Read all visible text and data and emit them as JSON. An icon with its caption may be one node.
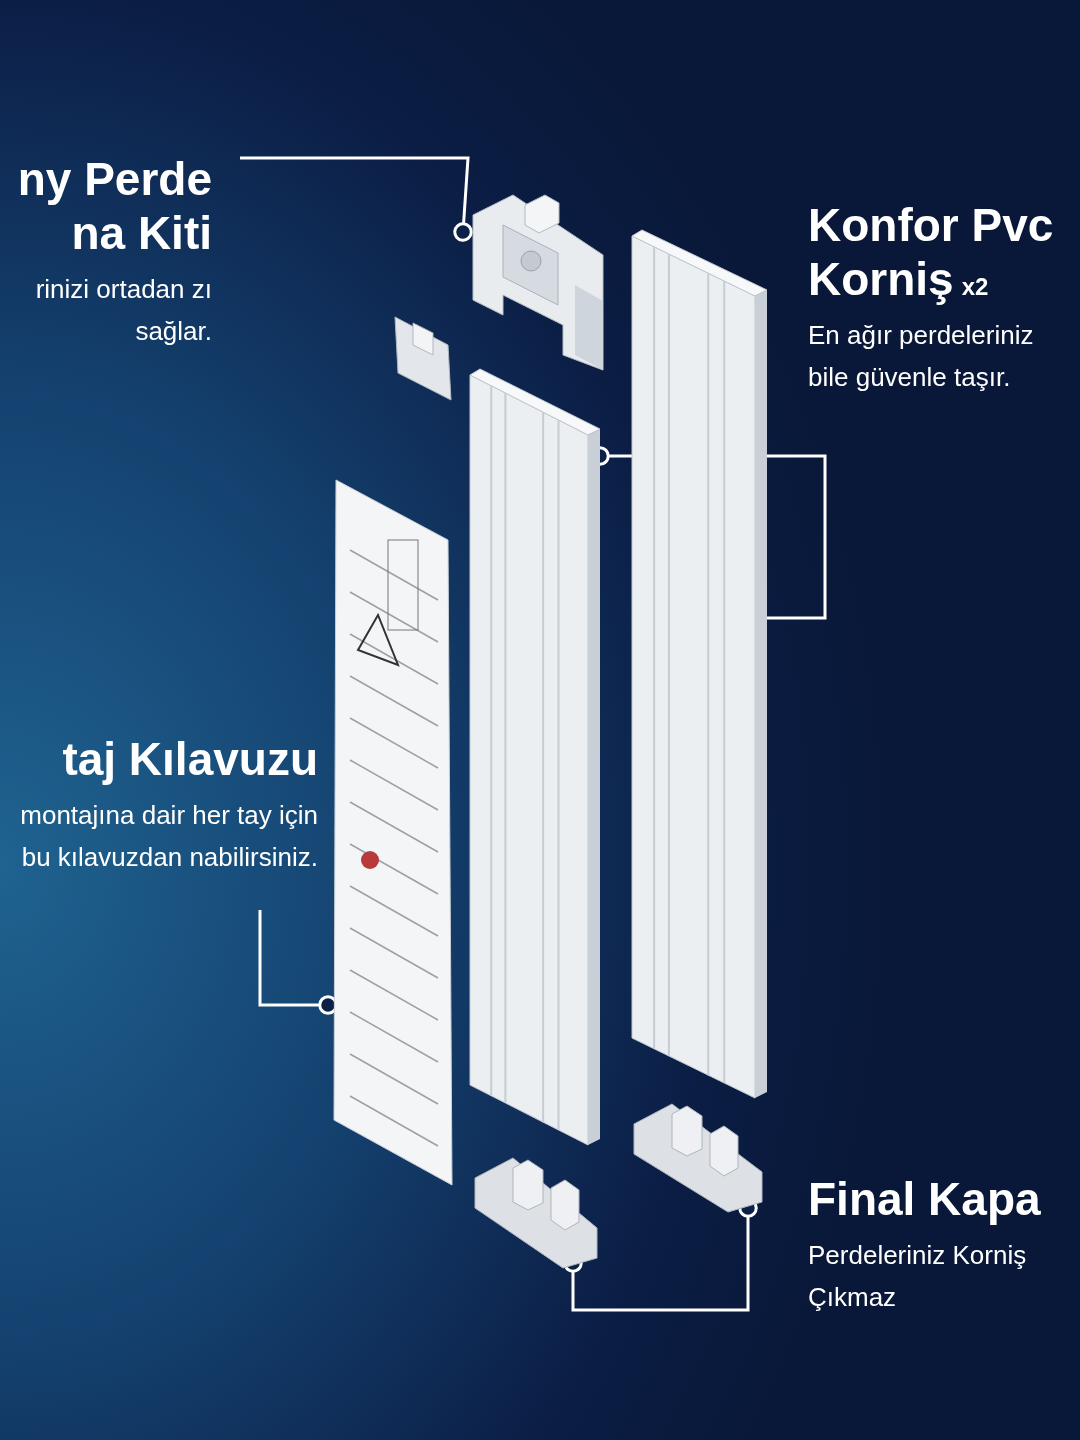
{
  "diagram": {
    "nodes": [
      {
        "text": [
          "ny Perde na Kiti",
          "rinizi ortadan zı sağlar."
        ]
      },
      {
        "text": [],
        "shape": "picture"
      },
      {
        "text": [
          "Konfor Pvc Korniş",
          "x2",
          "En ağır perdeleriniz bile güvenle taşır."
        ]
      },
      {
        "text": [],
        "shape": "picture"
      },
      {
        "text": [],
        "shape": "picture"
      },
      {
        "text": [
          "taj Kılavuzu",
          "montajına dair her tay için bu kılavuzdan nabilirsiniz."
        ]
      },
      {
        "text": [],
        "shape": "picture"
      },
      {
        "text": [],
        "shape": "picture"
      },
      {
        "text": [],
        "shape": "picture"
      },
      {
        "text": [
          "Final Kapa",
          "Perdeleriniz Korniş Çıkmaz"
        ]
      }
    ],
    "edges": [
      {
        "from": 0,
        "to": 1,
        "arrow": "other"
      },
      {
        "from": 3,
        "to": 4,
        "arrow": "other"
      },
      {
        "from": 5,
        "to": 6,
        "arrow": "other"
      },
      {
        "from": 7,
        "to": 8,
        "arrow": "other"
      }
    ]
  }
}
